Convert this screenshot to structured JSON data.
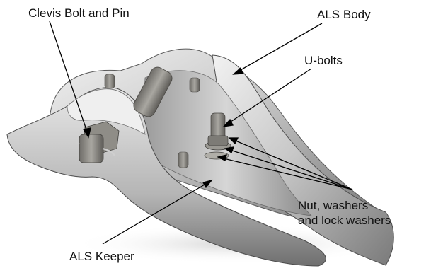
{
  "labels": {
    "clevis": "Clevis Bolt and Pin",
    "body": "ALS Body",
    "ubolts": "U-bolts",
    "nut_line1": "Nut, washers",
    "nut_line2": "and lock washers",
    "keeper": "ALS Keeper"
  },
  "colors": {
    "metal_light": "#d9d9d9",
    "metal_mid": "#a8a8a8",
    "metal_dark": "#6a6a6a",
    "bolt": "#8c8a85",
    "leader_line": "#000000"
  }
}
